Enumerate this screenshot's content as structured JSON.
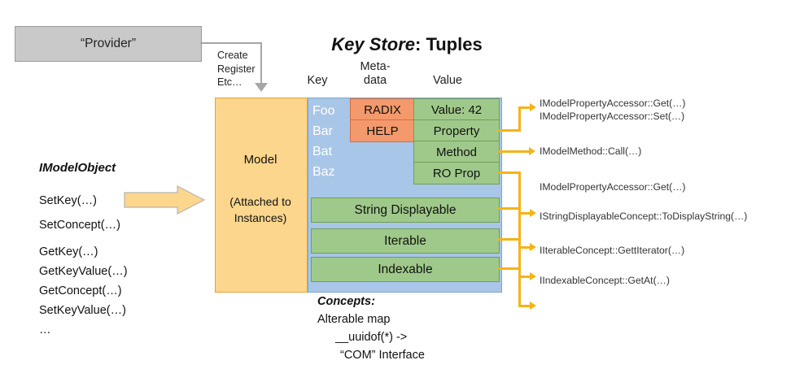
{
  "title": {
    "emphasis": "Key Store",
    "rest": ": Tuples"
  },
  "provider": {
    "label": "“Provider”"
  },
  "create_label": "Create\nRegister\nEtc…",
  "column_headers": {
    "key": "Key",
    "metadata": "Meta-\ndata",
    "value": "Value"
  },
  "model": {
    "label": "Model",
    "sublabel": "(Attached to\nInstances)"
  },
  "keys": [
    "Foo",
    "Bar",
    "Bat",
    "Baz"
  ],
  "metadata_cells": [
    "RADIX",
    "HELP"
  ],
  "value_cells": [
    "Value: 42",
    "Property",
    "Method",
    "RO Prop"
  ],
  "concept_bands": [
    "String Displayable",
    "Iterable",
    "Indexable"
  ],
  "annotations": [
    "IModelPropertyAccessor::Get(…)\nIModelPropertyAccessor::Set(…)",
    "IModelMethod::Call(…)",
    "IModelPropertyAccessor::Get(…)",
    "IStringDisplayableConcept::ToDisplayString(…)",
    "IIterableConcept::GettIterator(…)",
    "IIndexableConcept::GetAt(…)"
  ],
  "imodelobject": {
    "title": "IModelObject",
    "group_a": [
      "SetKey(…)",
      "SetConcept(…)"
    ],
    "group_b": [
      "GetKey(…)",
      "GetKeyValue(…)",
      "GetConcept(…)",
      "SetKeyValue(…)",
      "…"
    ]
  },
  "concepts": {
    "title": "Concepts:",
    "lines": [
      "Alterable map",
      "__uuidof(*) ->",
      "“COM” Interface"
    ]
  },
  "colors": {
    "gray_box": "#c9c9c9",
    "yellow_model": "#fcd68c",
    "blue_column": "#a8c6e8",
    "salmon_meta": "#f4996b",
    "green_value": "#9fc98a",
    "orange_arrow": "#f5b317",
    "gray_arrow": "#a6a6a6"
  }
}
